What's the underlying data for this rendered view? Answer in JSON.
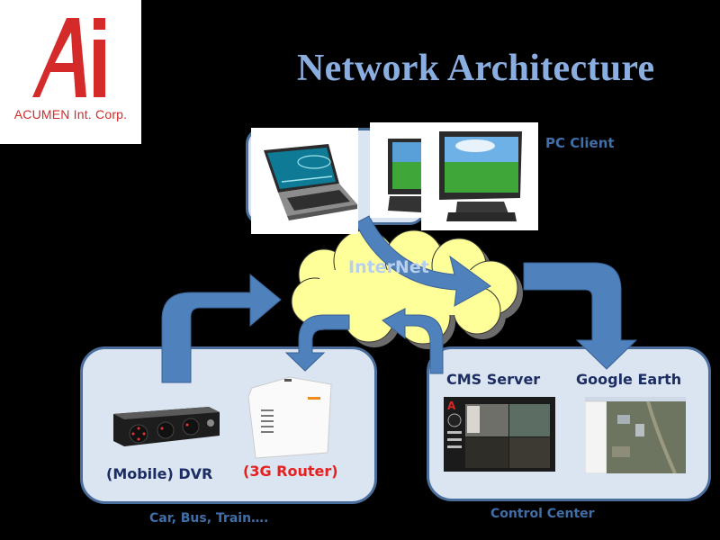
{
  "logo": {
    "mark": "Ai",
    "company": "ACUMEN Int. Corp.",
    "color": "#d42a2a"
  },
  "title": "Network Architecture",
  "nodes": {
    "pc_client": {
      "label": "PC Client",
      "images": [
        "laptop",
        "monitor",
        "monitor"
      ]
    },
    "internet": {
      "label": "InterNet"
    },
    "vehicle": {
      "caption": "Car, Bus, Train….",
      "dvr_label": "(Mobile) DVR",
      "router_label": "(3G Router)"
    },
    "control_center": {
      "caption": "Control Center",
      "cms_label": "CMS Server",
      "google_earth_label": "Google Earth"
    }
  },
  "connections": [
    {
      "from": "pc_client",
      "to": "internet"
    },
    {
      "from": "internet",
      "to": "control_center"
    },
    {
      "from": "vehicle",
      "to": "internet"
    },
    {
      "from": "internet",
      "to": "vehicle"
    },
    {
      "from": "control_center",
      "to": "internet"
    }
  ],
  "colors": {
    "background": "#000000",
    "panel_fill": "#dbe5f1",
    "panel_border": "#4a6e9c",
    "arrow": "#4f81bd",
    "cloud": "#ffff99",
    "title": "#8aaee0",
    "caption": "#3f6ea8",
    "router_label": "#e5211f"
  }
}
